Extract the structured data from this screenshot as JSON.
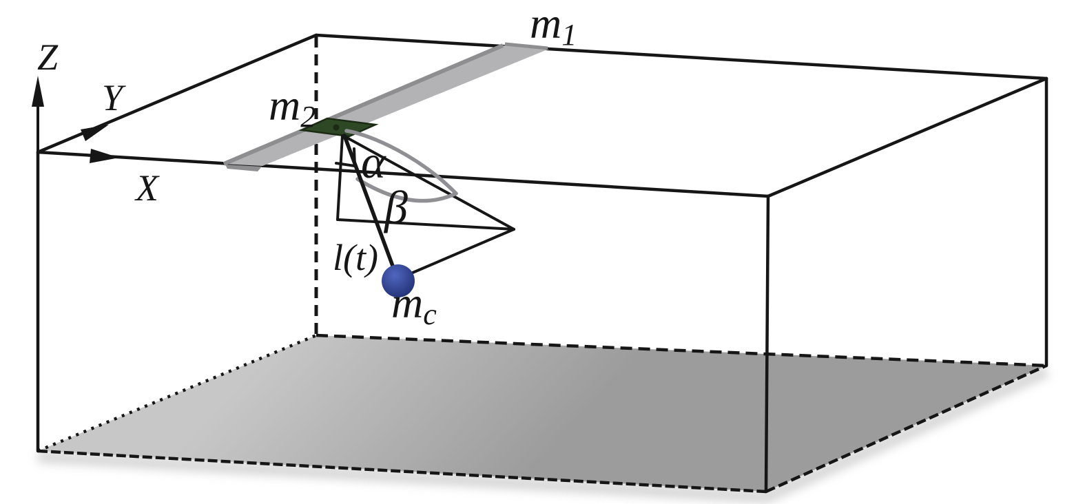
{
  "axes": {
    "x_label": "X",
    "y_label": "Y",
    "z_label": "Z"
  },
  "masses": {
    "rail": {
      "base": "m",
      "sub": "1"
    },
    "trolley": {
      "base": "m",
      "sub": "2"
    },
    "payload": {
      "base": "m",
      "sub": "c"
    }
  },
  "annotations": {
    "cable_length": "l(t)",
    "angle_alpha": "α",
    "angle_beta": "β"
  },
  "colors": {
    "line": "#161616",
    "rail_gray": "#b3b3b6",
    "rail_edge_gray": "#8e8e91",
    "trolley_green": "#2e4826",
    "trolley_edge_green": "#1b2a13",
    "payload_blue_dark": "#1d2b6e",
    "payload_blue_light": "#5066bf",
    "arc_gray": "#909094",
    "floor_light": "#c7c7c7",
    "floor_dark": "#9c9c9c",
    "shadow": "#cfcfcf"
  }
}
